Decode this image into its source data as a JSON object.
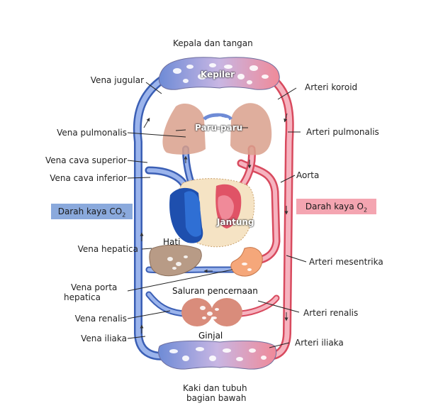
{
  "labels": {
    "top": "Kepala dan tangan",
    "bottom_line1": "Kaki dan tubuh",
    "bottom_line2": "bagian bawah",
    "left": {
      "vena_jugular": "Vena jugular",
      "vena_pulmonalis": "Vena pulmonalis",
      "vena_cava_superior": "Vena cava superior",
      "vena_cava_inferior": "Vena cava inferior",
      "vena_hepatica": "Vena hepatica",
      "vena_porta_line1": "Vena porta",
      "vena_porta_line2": "hepatica",
      "vena_renalis": "Vena renalis",
      "vena_iliaka": "Vena iliaka"
    },
    "right": {
      "arteri_koroid": "Arteri koroid",
      "arteri_pulmonalis": "Arteri pulmonalis",
      "aorta": "Aorta",
      "arteri_mesentrika": "Arteri mesentrika",
      "arteri_renalis": "Arteri renalis",
      "arteri_iliaka": "Arteri iliaka"
    },
    "inner": {
      "kepiler": "Kepiler",
      "paru_paru": "Paru-paru",
      "jantung": "Jantung",
      "hati": "Hati",
      "saluran": "Saluran pencernaan",
      "ginjal": "Ginjal"
    }
  },
  "legend": {
    "co2_prefix": "Darah kaya CO",
    "co2_sub": "2",
    "o2_prefix": "Darah kaya O",
    "o2_sub": "2"
  },
  "colors": {
    "vein": "#5b7fd0",
    "artery": "#ea6f7f",
    "legend_co2_bg": "#8aa9dc",
    "legend_o2_bg": "#f4a5b1",
    "heart_blue": "#1e4fae",
    "heart_red": "#e05366",
    "lung": "#d9a08c",
    "liver": "#b89b86",
    "kidney": "#d98c7b"
  }
}
